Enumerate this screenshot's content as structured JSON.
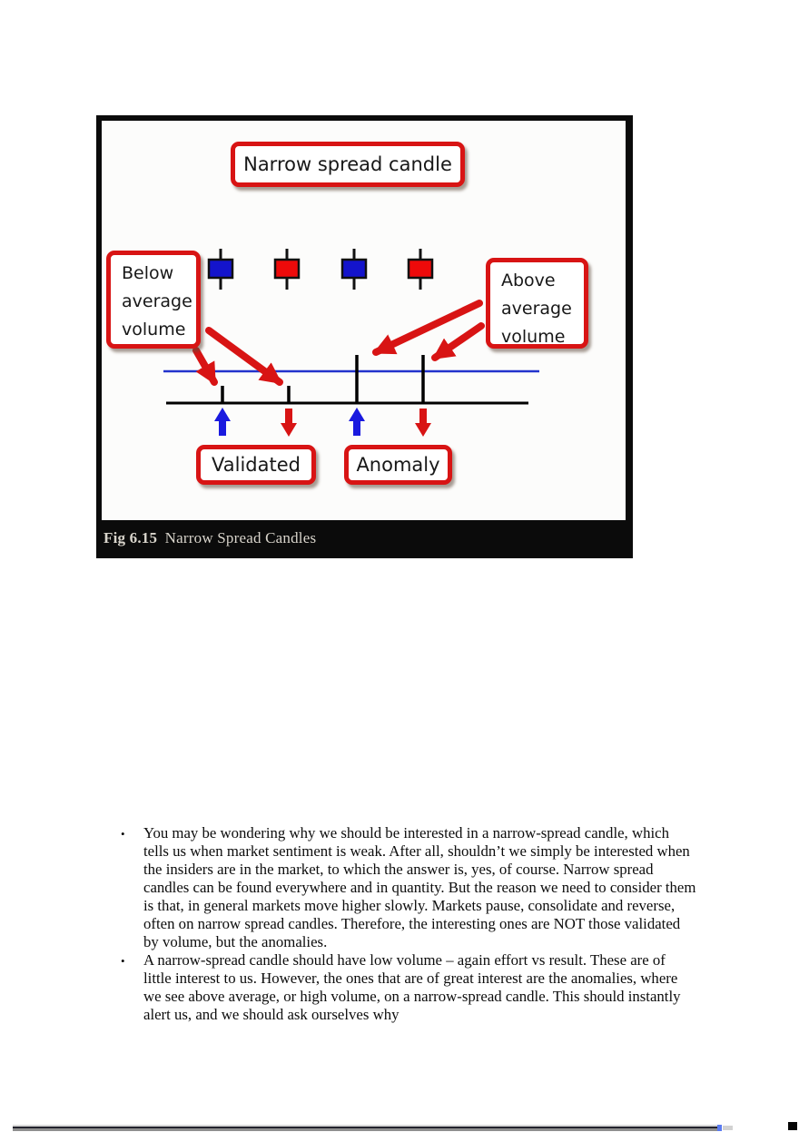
{
  "page": {
    "background": "#ffffff"
  },
  "figure": {
    "caption": {
      "prefix": "Fig 6.15",
      "title": " Narrow Spread Candles"
    },
    "labels": {
      "title": "Narrow spread candle",
      "below": "Below\naverage\nvolume",
      "above": "Above\naverage\nvolume",
      "validated": "Validated",
      "anomaly": "Anomaly"
    },
    "colors": {
      "box_border_red": "#d81414",
      "arrow_red": "#d81414",
      "candle_blue": "#1414cc",
      "candle_red": "#ee0a0a",
      "average_line_blue": "#2233cc",
      "signal_up_blue": "#1a1adf",
      "signal_down_red": "#d81414"
    },
    "candles": [
      {
        "color": "blue"
      },
      {
        "color": "red"
      },
      {
        "color": "blue"
      },
      {
        "color": "red"
      }
    ],
    "volume_bars": [
      {
        "level": "below-average",
        "signal": "up"
      },
      {
        "level": "below-average",
        "signal": "down"
      },
      {
        "level": "above-average",
        "signal": "up"
      },
      {
        "level": "above-average",
        "signal": "down"
      }
    ]
  },
  "body": {
    "bullet_char": "•",
    "bullets": [
      "You may be wondering why we should be interested in a narrow-spread candle, which tells us when market sentiment is weak. After all, shouldn’t we simply be interested when the insiders are in the market, to which the answer is, yes, of course. Narrow spread candles can be found everywhere and in quantity. But the reason we need to consider them is that, in general markets move higher slowly. Markets pause, consolidate and reverse, often on narrow spread candles. Therefore, the interesting ones are NOT those validated by volume, but the anomalies.",
      "A narrow-spread candle should have low volume – again effort vs result. These are of little interest to us. However, the ones that are of great interest are the anomalies, where we see above average, or high volume, on a narrow-spread candle. This should instantly alert us, and we should ask ourselves why"
    ]
  }
}
